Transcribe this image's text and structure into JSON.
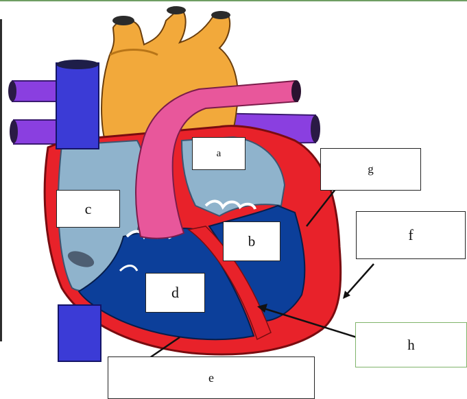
{
  "labels": {
    "a": "a",
    "b": "b",
    "c": "c",
    "d": "d",
    "e": "e",
    "f": "f",
    "g": "g",
    "h": "h"
  },
  "colors": {
    "aorta": "#f2a93b",
    "pulmonary_artery": "#e8579b",
    "pulmonary_veins": "#8a3fe0",
    "vena_cava": "#3b3bd6",
    "atrium_fill": "#8fb3cc",
    "ventricle_fill": "#0c3f9a",
    "myocardium": "#e8222a",
    "green_box_border": "#7fb36a"
  }
}
